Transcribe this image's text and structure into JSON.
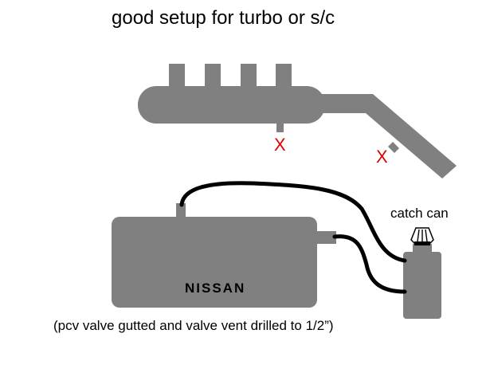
{
  "diagram": {
    "title": "good setup for turbo or s/c",
    "catch_can_label": "catch can",
    "engine_brand": "NISSAN",
    "note": "(pcv valve gutted and valve vent drilled to 1/2”)",
    "blocked_port_marker_1": "X",
    "blocked_port_marker_2": "X"
  },
  "colors": {
    "component_fill": "#808080",
    "hose": "#000000",
    "marker": "#e00000",
    "background": "#ffffff"
  },
  "icons": {
    "intake_manifold": "intake-manifold-icon",
    "valve_cover": "valve-cover-icon",
    "catch_can": "catch-can-icon",
    "filter": "breather-filter-icon"
  }
}
